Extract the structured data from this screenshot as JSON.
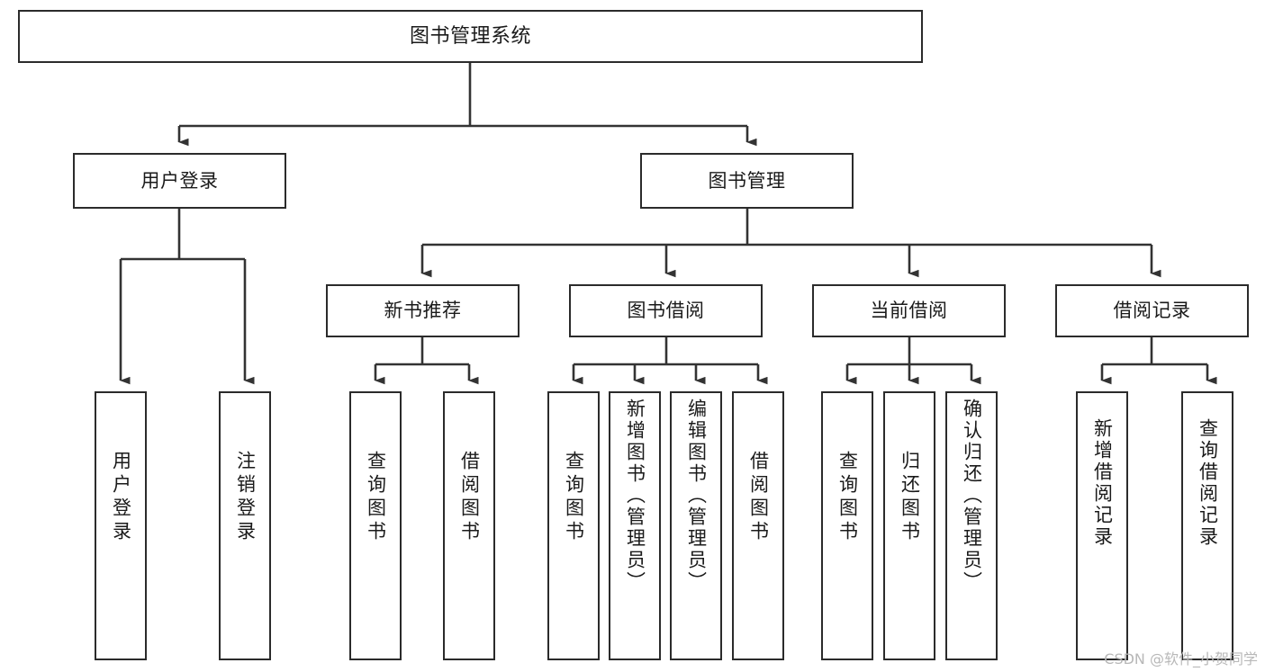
{
  "diagram": {
    "type": "tree",
    "title": "图书管理系统",
    "watermark": "CSDN @软件_小贺同学",
    "colors": {
      "box_border": "#2b2b2b",
      "box_fill": "#ffffff",
      "connector": "#333333",
      "text": "#1a1a1a",
      "watermark": "#b8b8b8",
      "background": "#ffffff"
    },
    "nodes": {
      "root": {
        "label": "图书管理系统"
      },
      "level2": [
        {
          "id": "user-login",
          "label": "用户登录"
        },
        {
          "id": "book-manage",
          "label": "图书管理"
        }
      ],
      "level3": [
        {
          "id": "new-book-recommend",
          "label": "新书推荐"
        },
        {
          "id": "book-borrow",
          "label": "图书借阅"
        },
        {
          "id": "current-borrow",
          "label": "当前借阅"
        },
        {
          "id": "borrow-record",
          "label": "借阅记录"
        }
      ],
      "leaves": {
        "user-login": [
          {
            "id": "leaf-user-login",
            "label": "用户登录"
          },
          {
            "id": "leaf-logout",
            "label": "注销登录"
          }
        ],
        "new-book-recommend": [
          {
            "id": "leaf-query-book-1",
            "label": "查询图书"
          },
          {
            "id": "leaf-borrow-book-1",
            "label": "借阅图书"
          }
        ],
        "book-borrow": [
          {
            "id": "leaf-query-book-2",
            "label": "查询图书"
          },
          {
            "id": "leaf-add-book",
            "label": "新增图书（管理员）"
          },
          {
            "id": "leaf-edit-book",
            "label": "编辑图书（管理员）"
          },
          {
            "id": "leaf-borrow-book-2",
            "label": "借阅图书"
          }
        ],
        "current-borrow": [
          {
            "id": "leaf-query-book-3",
            "label": "查询图书"
          },
          {
            "id": "leaf-return-book",
            "label": "归还图书"
          },
          {
            "id": "leaf-confirm-return",
            "label": "确认归还（管理员）"
          }
        ],
        "borrow-record": [
          {
            "id": "leaf-add-record",
            "label": "新增借阅记录"
          },
          {
            "id": "leaf-query-record",
            "label": "查询借阅记录"
          }
        ]
      }
    }
  }
}
